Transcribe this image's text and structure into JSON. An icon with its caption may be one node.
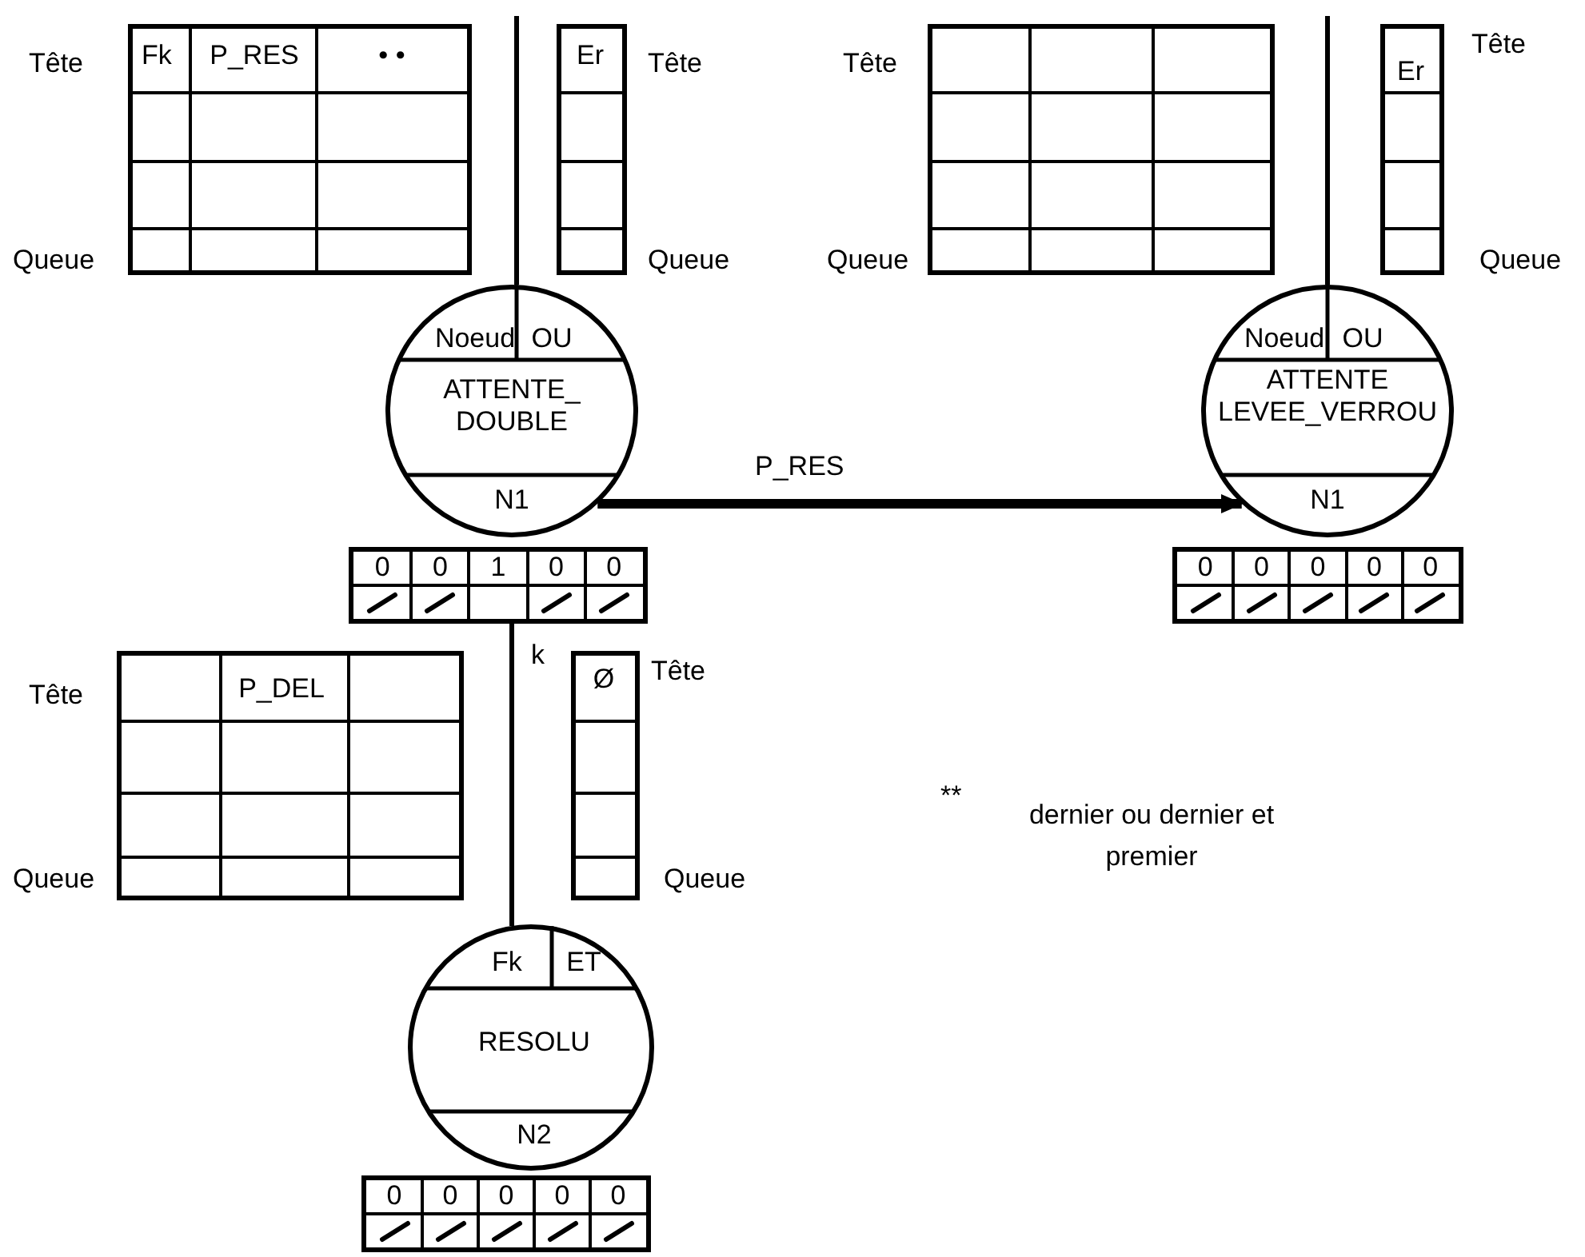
{
  "diagram": {
    "nodes": [
      {
        "text": [
          "Fk",
          "P_RES",
          "• •"
        ],
        "beside": [
          "Tête",
          "Queue"
        ]
      },
      {
        "text": [
          "Er"
        ],
        "beside": [
          "Tête",
          "Queue"
        ]
      },
      {
        "text": [
          "Noeud",
          "OU",
          "ATTENTE_ DOUBLE",
          "N1"
        ]
      },
      {
        "text": [
          "0",
          "0",
          "1",
          "0",
          "0"
        ]
      },
      {
        "text": [],
        "shape": "box",
        "beside": [
          "Tête",
          "Queue"
        ]
      },
      {
        "text": [
          "Er"
        ],
        "beside": [
          "Tête",
          "Queue"
        ]
      },
      {
        "text": [
          "Noeud",
          "OU",
          "ATTENTE LEVEE_VERROU",
          "N1"
        ]
      },
      {
        "text": [
          "0",
          "0",
          "0",
          "0",
          "0"
        ]
      },
      {
        "text": [
          "P_DEL"
        ],
        "beside": [
          "Tête",
          "Queue"
        ]
      },
      {
        "text": [
          "Ø"
        ],
        "beside": [
          "Tête",
          "Queue"
        ]
      },
      {
        "text": [
          "Fk",
          "ET",
          "RESOLU",
          "N2"
        ]
      },
      {
        "text": [
          "0",
          "0",
          "0",
          "0",
          "0"
        ]
      }
    ],
    "edges": [
      {
        "from": null,
        "to": 2,
        "arrow": "none"
      },
      {
        "from": null,
        "to": 6,
        "arrow": "none"
      },
      {
        "from": 3,
        "to": 10,
        "arrow": "none",
        "label": "k"
      },
      {
        "from": 2,
        "to": 6,
        "arrow": "to",
        "label": "P_RES",
        "style": "thick"
      }
    ],
    "labels": [
      "**",
      "dernier ou dernier et premier"
    ]
  }
}
